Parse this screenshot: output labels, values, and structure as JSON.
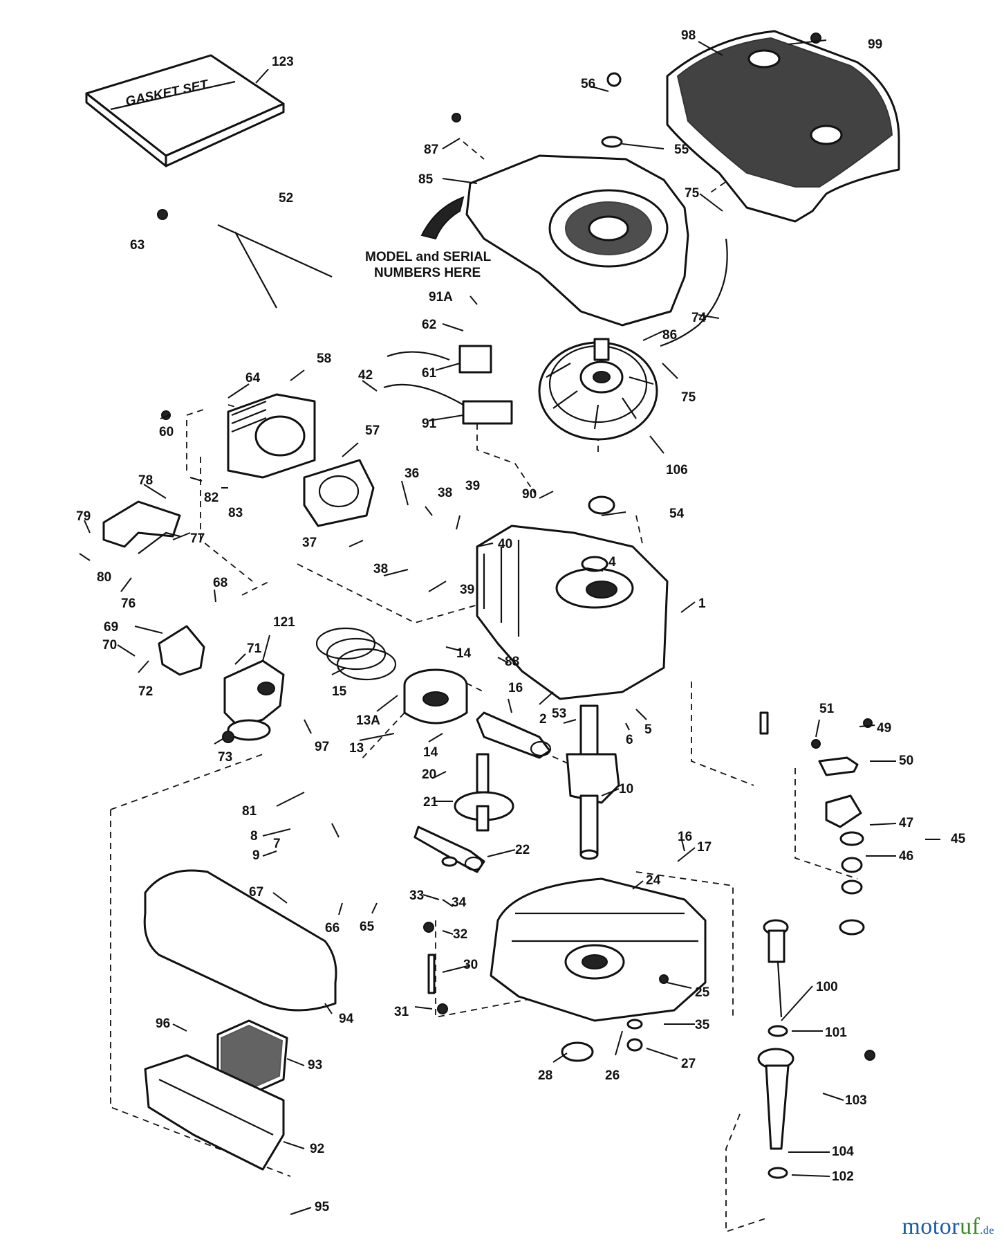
{
  "diagram": {
    "gasket_set_label": "GASKET SET",
    "model_serial_note_line1": "MODEL and SERIAL",
    "model_serial_note_line2": "NUMBERS HERE",
    "callouts": [
      "123",
      "52",
      "63",
      "98",
      "99",
      "56",
      "55",
      "87",
      "85",
      "75",
      "74",
      "86",
      "75",
      "91A",
      "62",
      "61",
      "42",
      "91",
      "106",
      "54",
      "58",
      "64",
      "60",
      "57",
      "36",
      "38",
      "39",
      "40",
      "37",
      "38",
      "39",
      "90",
      "4",
      "1",
      "78",
      "82",
      "83",
      "79",
      "77",
      "80",
      "76",
      "68",
      "69",
      "70",
      "121",
      "71",
      "72",
      "15",
      "14",
      "88",
      "13A",
      "16",
      "2",
      "73",
      "97",
      "13",
      "14",
      "53",
      "6",
      "5",
      "51",
      "49",
      "50",
      "45",
      "47",
      "46",
      "20",
      "21",
      "10",
      "81",
      "8",
      "7",
      "9",
      "22",
      "16",
      "17",
      "67",
      "66",
      "65",
      "33",
      "34",
      "32",
      "24",
      "30",
      "25",
      "31",
      "35",
      "28",
      "26",
      "27",
      "100",
      "101",
      "103",
      "104",
      "102",
      "96",
      "93",
      "94",
      "92",
      "95"
    ]
  },
  "watermark": {
    "part1": "motor",
    "part2": "uf",
    "part3": ".de"
  }
}
